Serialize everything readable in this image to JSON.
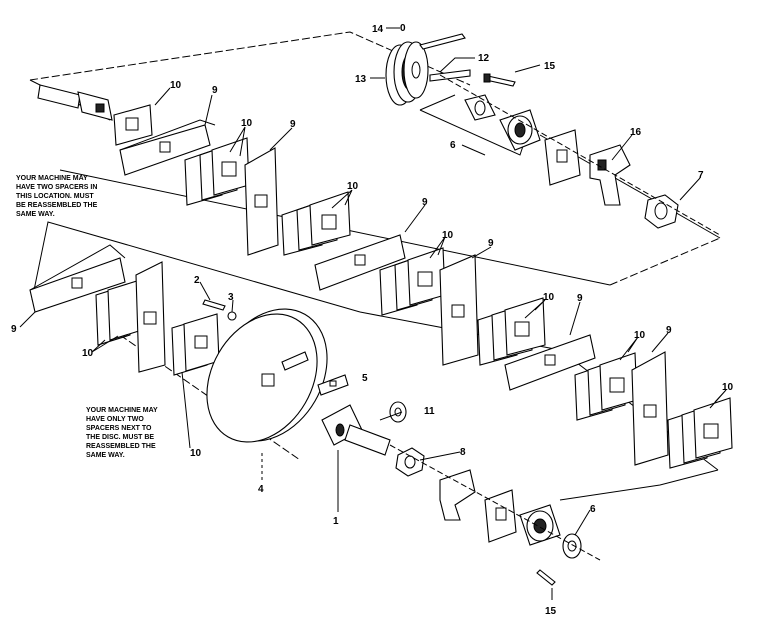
{
  "callouts": {
    "c0": "0",
    "c14": "14",
    "c12": "12",
    "c15a": "15",
    "c13": "13",
    "c10a": "10",
    "c9a": "9",
    "c10b": "10",
    "c9b": "9",
    "c6a": "6",
    "c16": "16",
    "c7": "7",
    "c10c": "10",
    "c9c": "9",
    "c10d": "10",
    "c9d": "9",
    "c10e": "10",
    "c9e": "9",
    "c10f": "10",
    "c9f": "9",
    "c2": "2",
    "c3": "3",
    "c10g": "10",
    "c9g": "9",
    "c10h": "10",
    "c5": "5",
    "c11": "11",
    "c8": "8",
    "c4": "4",
    "c10i": "10",
    "c1": "1",
    "c6b": "6",
    "c15b": "15"
  },
  "notes": {
    "note1": [
      "YOUR MACHINE MAY",
      "HAVE TWO SPACERS IN",
      "THIS LOCATION. MUST",
      "BE REASSEMBLED THE",
      "SAME WAY."
    ],
    "note2": [
      "YOUR MACHINE MAY",
      "HAVE ONLY TWO",
      "SPACERS NEXT TO",
      "THE DISC. MUST BE",
      "REASSEMBLED THE",
      "SAME WAY."
    ]
  }
}
